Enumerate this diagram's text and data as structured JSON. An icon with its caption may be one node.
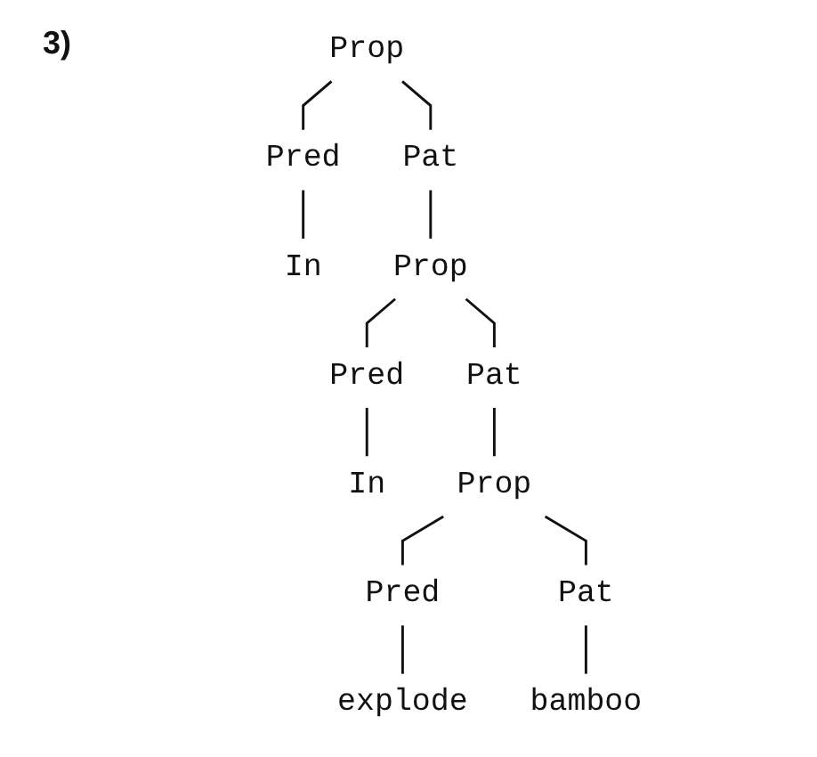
{
  "diagram": {
    "nodes": [
      {
        "text": [
          "Prop"
        ]
      },
      {
        "text": [
          "Pred"
        ]
      },
      {
        "text": [
          "Pat"
        ]
      },
      {
        "text": [
          "In"
        ]
      },
      {
        "text": [
          "Prop"
        ]
      },
      {
        "text": [
          "Pred"
        ]
      },
      {
        "text": [
          "Pat"
        ]
      },
      {
        "text": [
          "In"
        ]
      },
      {
        "text": [
          "Prop"
        ]
      },
      {
        "text": [
          "Pred"
        ]
      },
      {
        "text": [
          "Pat"
        ]
      },
      {
        "text": [
          "explode"
        ]
      },
      {
        "text": [
          "bamboo"
        ]
      }
    ],
    "edges": [
      {
        "from": 0,
        "to": 1,
        "arrow": "none"
      },
      {
        "from": 0,
        "to": 2,
        "arrow": "none"
      },
      {
        "from": 1,
        "to": 3,
        "arrow": "none"
      },
      {
        "from": 2,
        "to": 4,
        "arrow": "none"
      },
      {
        "from": 4,
        "to": 5,
        "arrow": "none"
      },
      {
        "from": 4,
        "to": 6,
        "arrow": "none"
      },
      {
        "from": 5,
        "to": 7,
        "arrow": "none"
      },
      {
        "from": 6,
        "to": 8,
        "arrow": "none"
      },
      {
        "from": 8,
        "to": 9,
        "arrow": "none"
      },
      {
        "from": 8,
        "to": 10,
        "arrow": "none"
      },
      {
        "from": 9,
        "to": 11,
        "arrow": "none"
      },
      {
        "from": 10,
        "to": 12,
        "arrow": "none"
      }
    ],
    "labels": [
      "3)"
    ]
  }
}
